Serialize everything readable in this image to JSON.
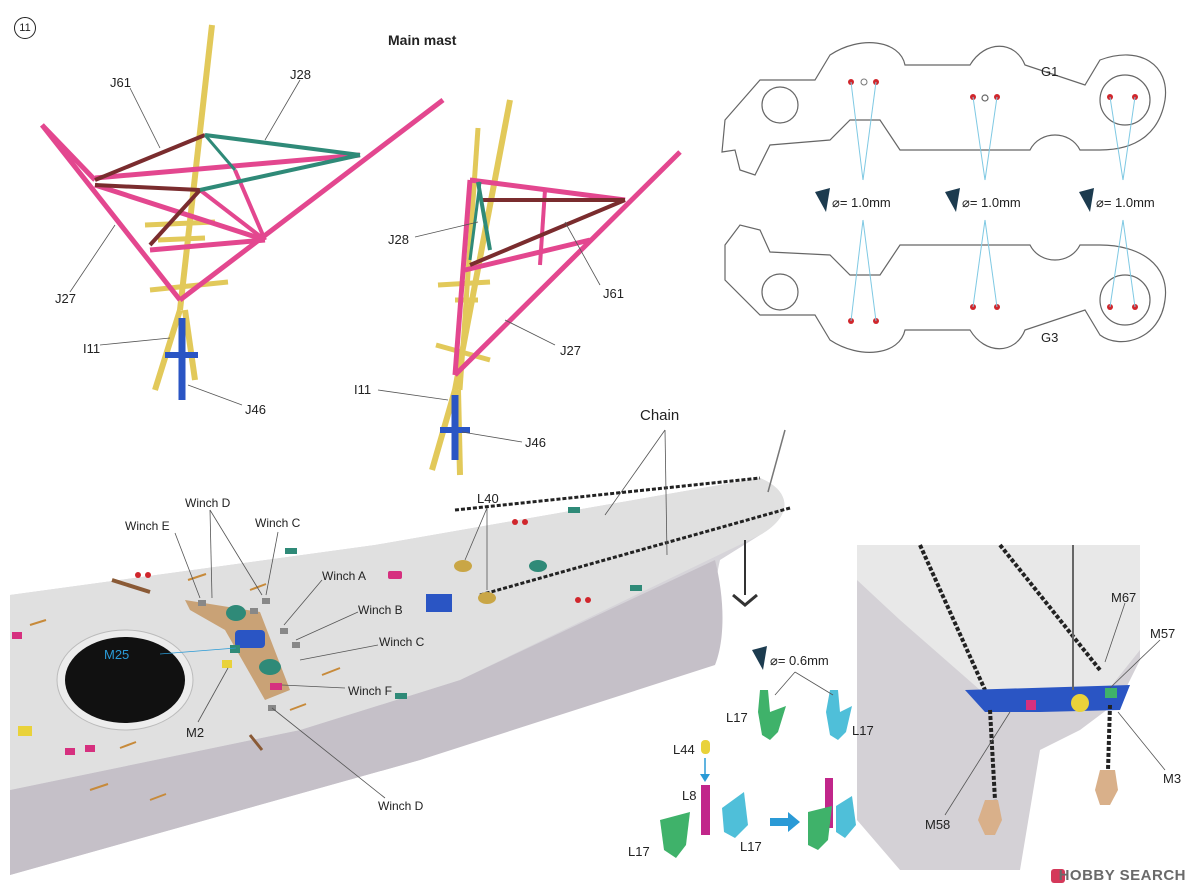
{
  "step_number": "11",
  "title": "Main mast",
  "mast_labels": {
    "J61a": "J61",
    "J28a": "J28",
    "J27a": "J27",
    "I11a": "I11",
    "J46a": "J46",
    "J28b": "J28",
    "J61b": "J61",
    "J27b": "J27",
    "I11b": "I11",
    "J46b": "J46"
  },
  "drill_labels": {
    "g1": "G1",
    "g3": "G3",
    "d1": "⌀= 1.0mm",
    "d2": "⌀= 1.0mm",
    "d3": "⌀= 1.0mm",
    "d_small": "⌀= 0.6mm"
  },
  "deck_labels": {
    "chain": "Chain",
    "l40": "L40",
    "winch_d_top": "Winch D",
    "winch_e": "Winch E",
    "winch_c_top": "Winch C",
    "winch_a": "Winch A",
    "winch_b": "Winch B",
    "winch_c_mid": "Winch C",
    "winch_f": "Winch F",
    "winch_d_bottom": "Winch D",
    "m25": "M25",
    "m2": "M2"
  },
  "anchor_labels": {
    "l17a": "L17",
    "l17b": "L17",
    "l44": "L44",
    "l8": "L8",
    "l17c": "L17",
    "l17d": "L17"
  },
  "bow_labels": {
    "m67": "M67",
    "m57": "M57",
    "m3": "M3",
    "m58": "M58"
  },
  "watermark": "HOBBY SEARCH",
  "colors": {
    "mast_yellow": "#e2c95a",
    "mast_magenta": "#e3478f",
    "mast_brown": "#7a2c2e",
    "mast_teal": "#2f8a78",
    "mast_blue": "#2a55c4",
    "hull": "#c9c4cb",
    "deck": "#d9d9d9",
    "part_cyan": "#4fbfd9",
    "part_green": "#3fb26a",
    "part_magenta": "#c1268a",
    "part_yellow": "#e9d23a",
    "callout_blue": "#2a9ad6",
    "hole_red": "#d0262c"
  }
}
